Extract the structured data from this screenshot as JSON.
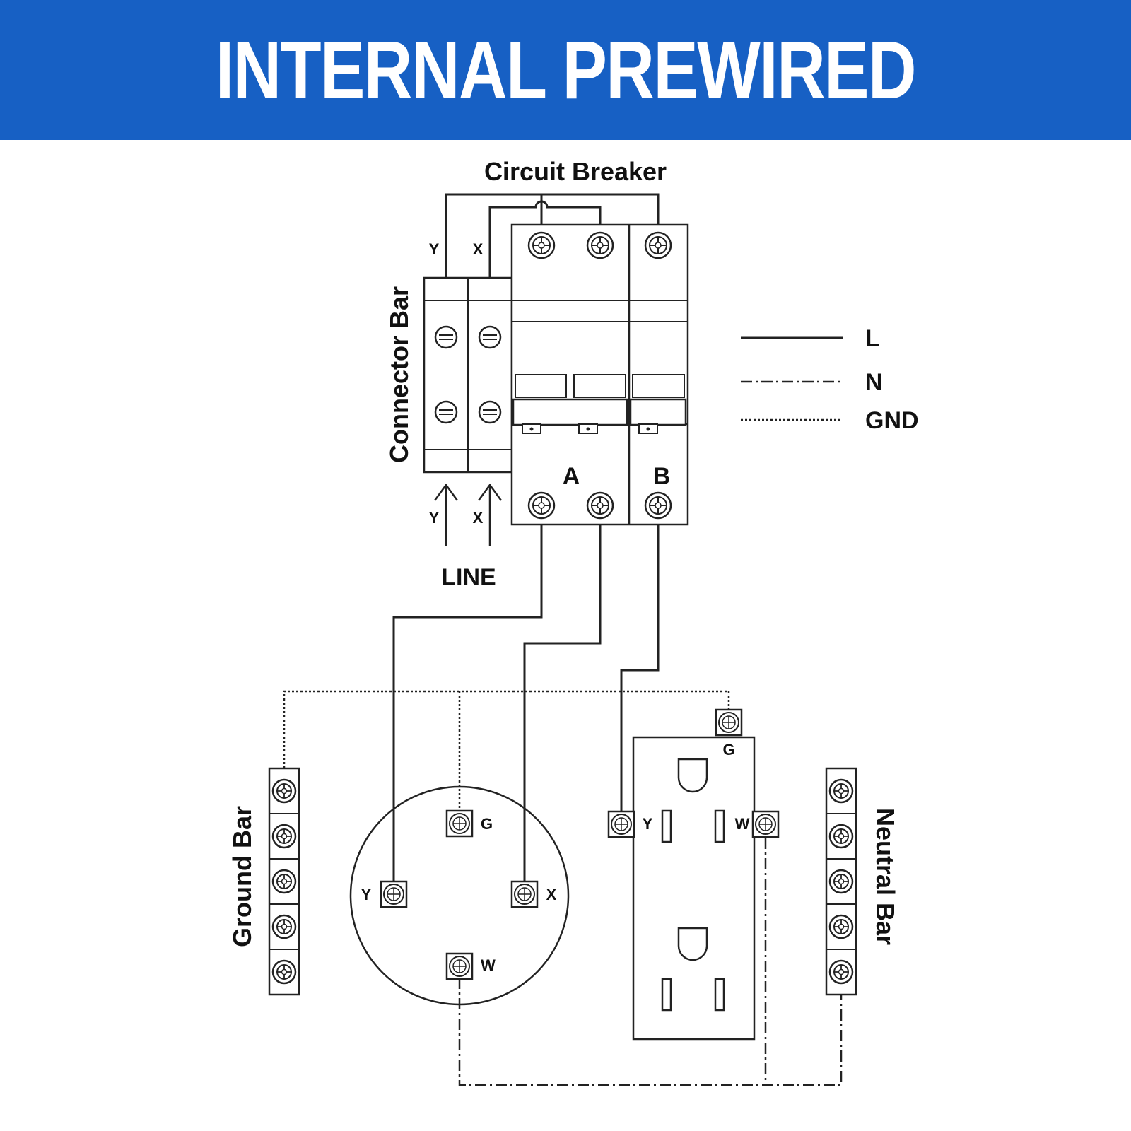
{
  "banner": {
    "title": "INTERNAL PREWIRED",
    "color": "#1760c4"
  },
  "labels": {
    "circuit_breaker": "Circuit  Breaker",
    "connector_bar": "Connector  Bar",
    "ground_bar": "Ground  Bar",
    "neutral_bar": "Neutral  Bar",
    "line": "LINE",
    "breaker_a": "A",
    "breaker_b": "B",
    "wire_y": "Y",
    "wire_x": "X",
    "terminal_g": "G",
    "terminal_w": "W"
  },
  "legend": [
    {
      "label": "L",
      "line_style": "solid"
    },
    {
      "label": "N",
      "line_style": "dash-dot"
    },
    {
      "label": "GND",
      "line_style": "dotted"
    }
  ]
}
